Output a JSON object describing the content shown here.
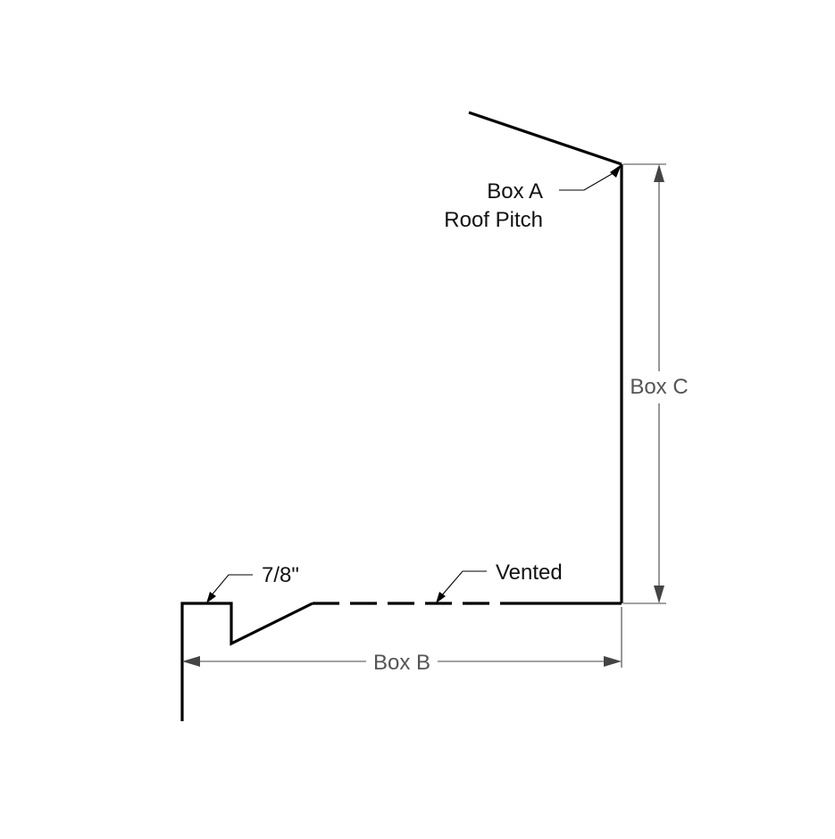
{
  "labels": {
    "box_a": "Box A",
    "roof_pitch": "Roof Pitch",
    "box_b": "Box B",
    "box_c": "Box C",
    "vented": "Vented",
    "seven_eighths": "7/8\""
  },
  "colors": {
    "line": "#000000",
    "dimension": "#444444",
    "label_dark": "#111111",
    "label_grey": "#555555",
    "background": "#ffffff"
  }
}
